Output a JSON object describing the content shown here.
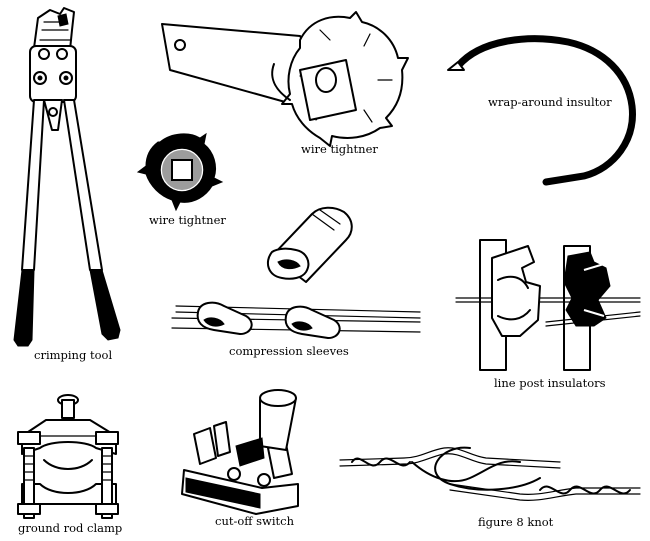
{
  "labels": {
    "crimping_tool": "crimping tool",
    "wire_tightener_large": "wire tightner",
    "wrap_around_insulator": "wrap-around insultor",
    "wire_tightener_small": "wire tightner",
    "compression_sleeves": "compression sleeves",
    "line_post_insulators": "line post insulators",
    "ground_rod_clamp": "ground rod clamp",
    "cut_off_switch": "cut-off switch",
    "figure_8_knot": "figure 8 knot"
  }
}
